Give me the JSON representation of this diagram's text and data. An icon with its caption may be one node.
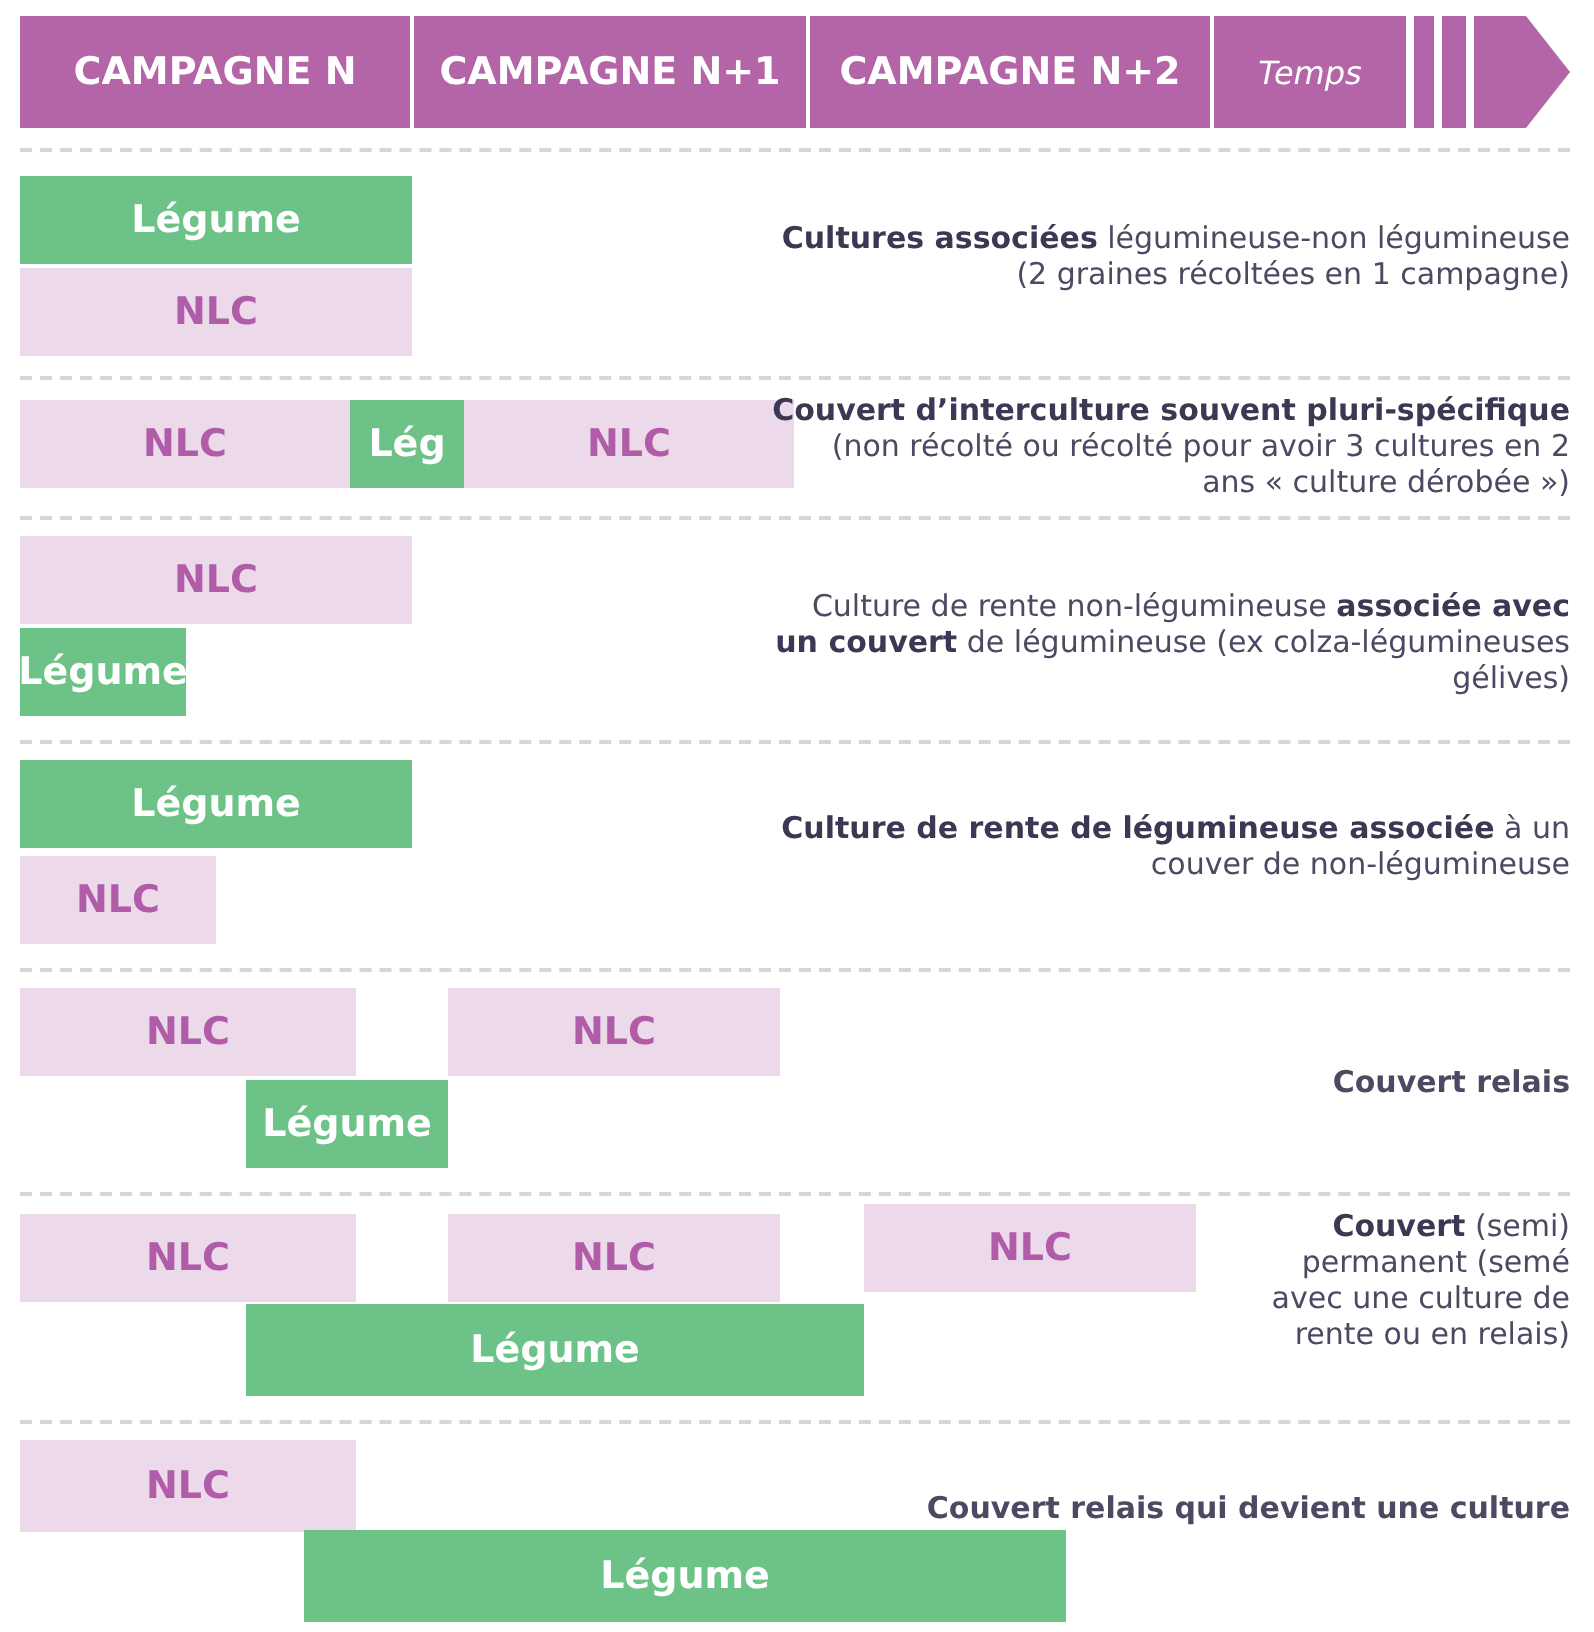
{
  "diagram": {
    "nodes": [
      {
        "text": [
          "CAMPAGNE N"
        ]
      },
      {
        "text": [
          "CAMPAGNE N+1"
        ]
      },
      {
        "text": [
          "CAMPAGNE N+2"
        ]
      },
      {
        "text": [
          "Temps"
        ]
      },
      {
        "text": [
          "Légume"
        ]
      },
      {
        "text": [
          "NLC"
        ]
      },
      {
        "text": [
          "NLC"
        ]
      },
      {
        "text": [
          "Lég"
        ]
      },
      {
        "text": [
          "NLC"
        ]
      },
      {
        "text": [
          "NLC"
        ]
      },
      {
        "text": [
          "Légume"
        ]
      },
      {
        "text": [
          "Légume"
        ]
      },
      {
        "text": [
          "NLC"
        ]
      },
      {
        "text": [
          "NLC"
        ]
      },
      {
        "text": [
          "NLC"
        ]
      },
      {
        "text": [
          "Légume"
        ]
      },
      {
        "text": [
          "NLC"
        ]
      },
      {
        "text": [
          "NLC"
        ]
      },
      {
        "text": [
          "NLC"
        ]
      },
      {
        "text": [
          "Légume"
        ]
      },
      {
        "text": [
          "NLC"
        ]
      },
      {
        "text": [
          "Légume"
        ]
      }
    ],
    "edges": [],
    "labels": [
      "**Cultures associées** légumineuse-non légumineuse (2 graines récoltées en 1 campagne)",
      "**Couvert d’interculture souvent pluri-spécifique** (non récolté ou récolté pour avoir 3 cultures en 2 ans « culture dérobée »)",
      "Culture de rente non-légumineuse **associée avec un couvert** de légumineuse (ex colza-légumineuses gélives)",
      "**Culture de rente de légumineuse associée** à un couver de non-légumineuse",
      "Couvert relais",
      "**Couvert** (semi) permanent (semé avec une culture de rente ou en relais)",
      "Couvert relais qui devient une culture"
    ]
  }
}
